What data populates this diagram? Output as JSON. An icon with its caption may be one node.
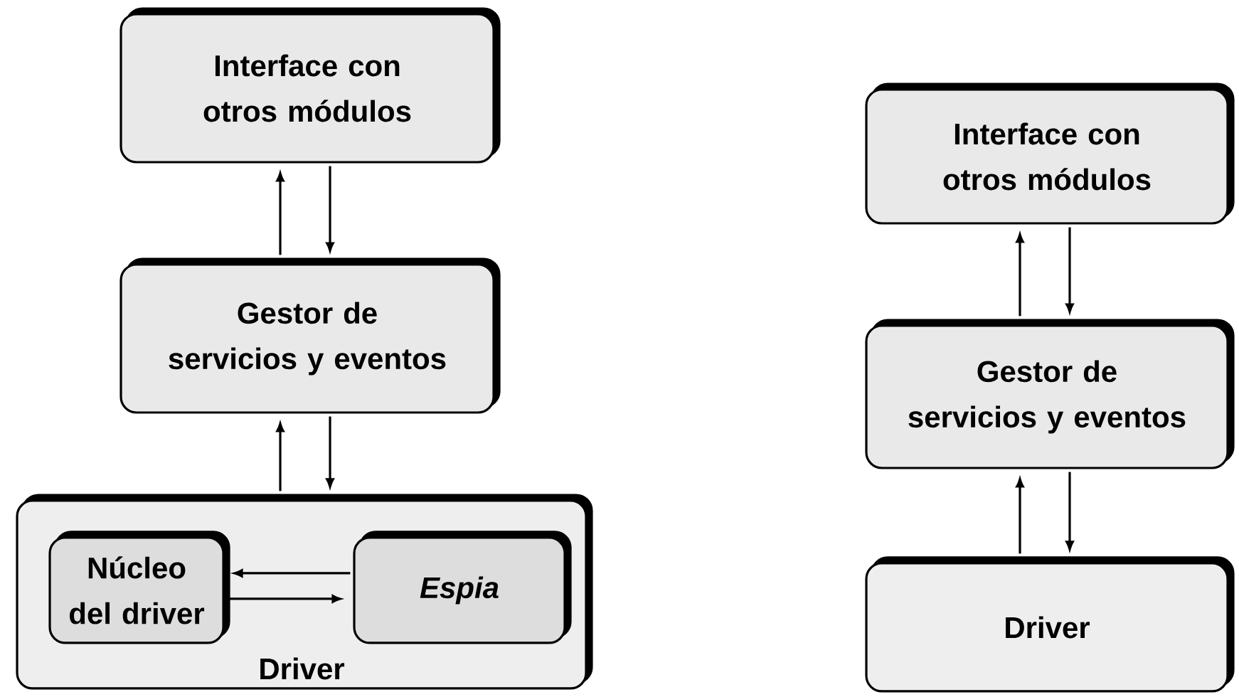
{
  "diagram": {
    "nodes": [
      {
        "text": [
          "Interface con otros módulos"
        ]
      },
      {
        "text": [
          "Gestor de servicios y eventos"
        ]
      },
      {
        "text": [
          "Driver"
        ]
      },
      {
        "text": [
          "Núcleo del driver"
        ],
        "in": 2
      },
      {
        "text": [
          "Espia"
        ],
        "in": 2
      },
      {
        "text": [
          "Interface con otros módulos"
        ]
      },
      {
        "text": [
          "Gestor de servicios y eventos"
        ]
      },
      {
        "text": [
          "Driver"
        ]
      }
    ],
    "edges": [
      {
        "from": 1,
        "to": 0,
        "arrow": "to"
      },
      {
        "from": 0,
        "to": 1,
        "arrow": "to"
      },
      {
        "from": 2,
        "to": 1,
        "arrow": "to"
      },
      {
        "from": 1,
        "to": 2,
        "arrow": "to"
      },
      {
        "from": 4,
        "to": 3,
        "arrow": "to"
      },
      {
        "from": 3,
        "to": 4,
        "arrow": "to"
      },
      {
        "from": 6,
        "to": 5,
        "arrow": "to"
      },
      {
        "from": 5,
        "to": 6,
        "arrow": "to"
      },
      {
        "from": 7,
        "to": 6,
        "arrow": "to"
      },
      {
        "from": 6,
        "to": 7,
        "arrow": "to"
      }
    ]
  }
}
